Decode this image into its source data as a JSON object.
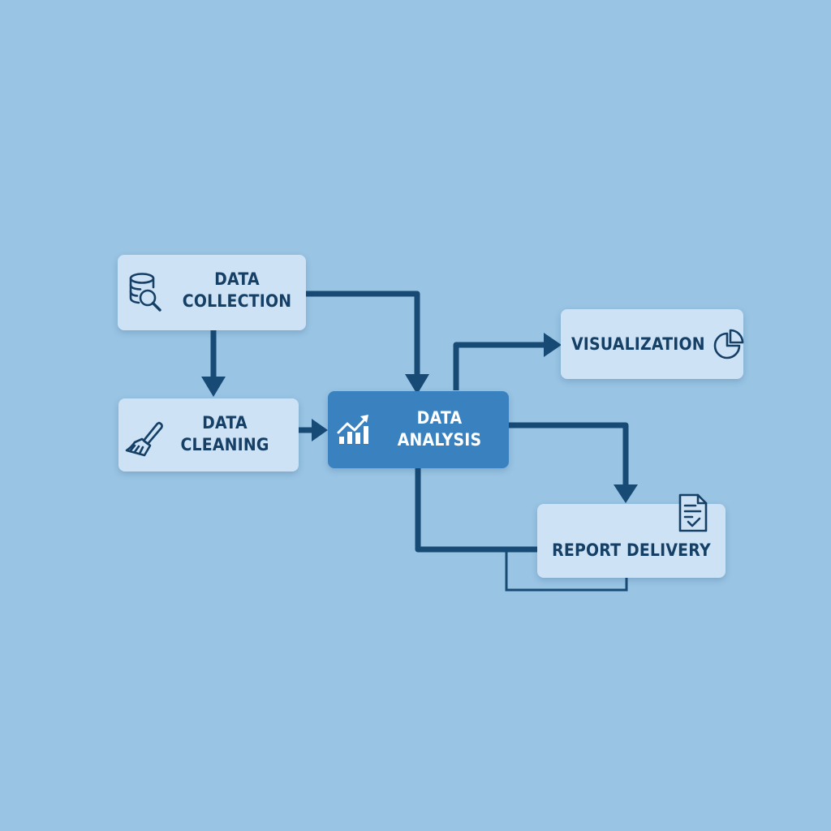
{
  "diagram": {
    "background_color": "#99c4e4",
    "node_color_light": "#cde3f5",
    "node_color_primary": "#3a82bf",
    "connector_color": "#174a75",
    "text_color_dark": "#163f66",
    "text_color_light": "#ffffff",
    "nodes": [
      {
        "id": "data-collection",
        "line1": "DATA",
        "line2": "COLLECTION",
        "icon": "database-search-icon"
      },
      {
        "id": "data-cleaning",
        "line1": "DATA",
        "line2": "CLEANING",
        "icon": "broom-icon"
      },
      {
        "id": "data-analysis",
        "line1": "DATA",
        "line2": "ANALYSIS",
        "icon": "growth-chart-icon"
      },
      {
        "id": "visualization",
        "line1": "VISUALIZATION",
        "icon": "pie-chart-icon"
      },
      {
        "id": "report-delivery",
        "line1": "REPORT DELIVERY",
        "icon": "document-check-icon"
      }
    ],
    "edges": [
      {
        "from": "data-collection",
        "to": "data-cleaning"
      },
      {
        "from": "data-collection",
        "to": "data-analysis"
      },
      {
        "from": "data-cleaning",
        "to": "data-analysis"
      },
      {
        "from": "data-analysis",
        "to": "visualization"
      },
      {
        "from": "data-analysis",
        "to": "report-delivery"
      },
      {
        "from": "data-analysis",
        "to": "report-delivery",
        "style": "loop-back"
      }
    ]
  }
}
